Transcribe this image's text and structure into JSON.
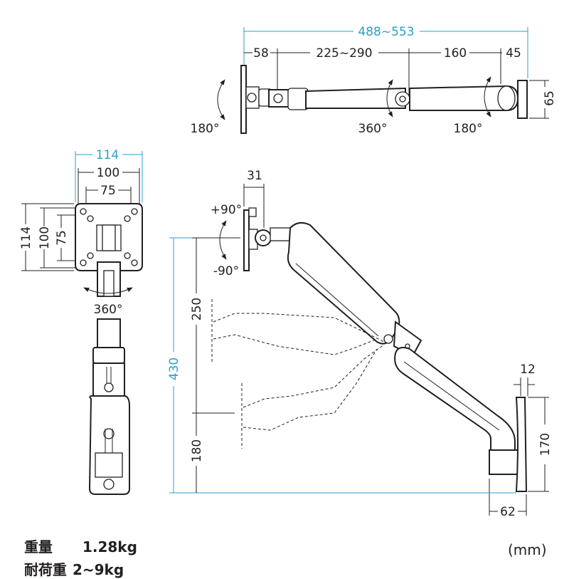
{
  "top_view": {
    "total": "488~553",
    "seg1": "58",
    "seg2": "225~290",
    "seg3": "160",
    "seg4": "45",
    "height": "65",
    "rot_head": "180°",
    "rot_mid": "360°",
    "rot_base": "180°"
  },
  "front_view": {
    "w_outer": "114",
    "w_mid": "100",
    "w_inner": "75",
    "h_outer": "114",
    "h_mid": "100",
    "h_inner": "75",
    "rotation": "360°"
  },
  "side_view": {
    "head_depth": "31",
    "tilt_up": "+90°",
    "tilt_down": "-90°",
    "total_height": "430",
    "upper_range": "250",
    "lower_range": "180",
    "plate_thickness": "12",
    "plate_height": "170",
    "base_depth": "62"
  },
  "specs": {
    "weight_label": "重量",
    "weight_value": "1.28kg",
    "load_label": "耐荷重",
    "load_value": "2~9kg"
  },
  "unit": "(mm)"
}
